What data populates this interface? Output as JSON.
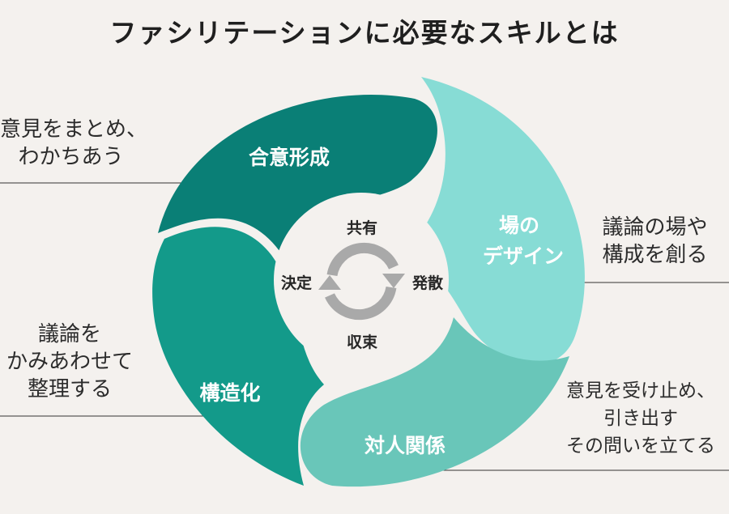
{
  "title": "ファシリテーションに必要なスキルとは",
  "colors": {
    "consensus": "#0a7f76",
    "place": "#87dcd5",
    "relations": "#69c6b9",
    "structure": "#139a8a",
    "cycle_arrow": "#a9a9a9"
  },
  "segments": {
    "consensus": "合意形成",
    "place_line1": "場の",
    "place_line2": "デザイン",
    "relations": "対人関係",
    "structure": "構造化"
  },
  "center": {
    "top": "共有",
    "right": "発散",
    "bottom": "収束",
    "left": "決定"
  },
  "descriptions": {
    "consensus": [
      "意見をまとめ、",
      "わかちあう"
    ],
    "place": [
      "議論の場や",
      "構成を創る"
    ],
    "structure": [
      "議論を",
      "かみあわせて",
      "整理する"
    ],
    "relations": [
      "意見を受け止め、",
      "引き出す",
      "その問いを立てる"
    ]
  }
}
